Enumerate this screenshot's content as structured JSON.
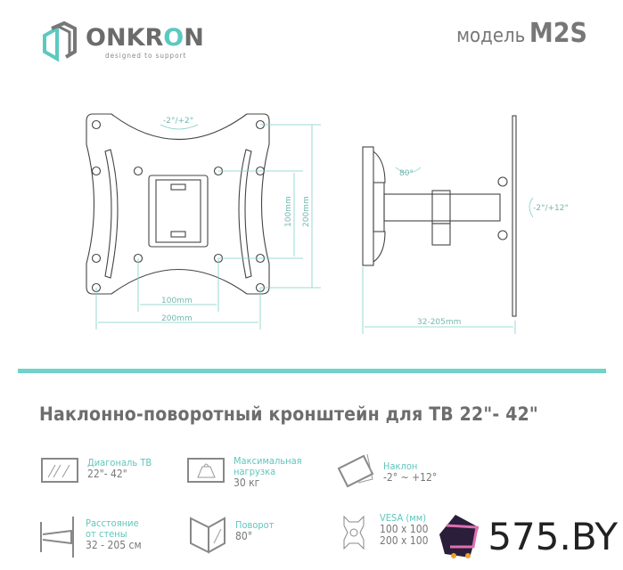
{
  "header": {
    "brand": "ONKRON",
    "brand_accent_index": 4,
    "tagline": "designed to support",
    "model_word": "модель",
    "model_name": "M2S"
  },
  "drawing": {
    "front": {
      "rotation": "-2°/+2°",
      "vesa_v_small": "100mm",
      "vesa_v_large": "200mm",
      "vesa_h_small": "100mm",
      "vesa_h_large": "200mm"
    },
    "side": {
      "swivel": "80°",
      "tilt": "-2°/+12°",
      "distance": "32-205mm"
    }
  },
  "title": "Наклонно-поворотный кронштейн для ТВ 22\"- 42\"",
  "specs": [
    {
      "icon": "tv-diagonal-icon",
      "label": "Диагональ ТВ",
      "value": "22\"- 42\""
    },
    {
      "icon": "max-load-icon",
      "label": "Максимальная нагрузка",
      "value": "30 кг"
    },
    {
      "icon": "tilt-icon",
      "label": "Наклон",
      "value": "-2° ~ +12°"
    },
    {
      "icon": "wall-distance-icon",
      "label": "Расстояние от стены",
      "value": "32 - 205 см"
    },
    {
      "icon": "swivel-icon",
      "label": "Поворот",
      "value": "80°"
    },
    {
      "icon": "vesa-icon",
      "label": "VESA (мм)",
      "value": "100 x 100",
      "value2": "200 x 100"
    }
  ],
  "watermark": {
    "text": "575.BY"
  },
  "colors": {
    "accent": "#5fc6bd",
    "line": "#6fd3c9",
    "text": "#6d6d6d"
  }
}
